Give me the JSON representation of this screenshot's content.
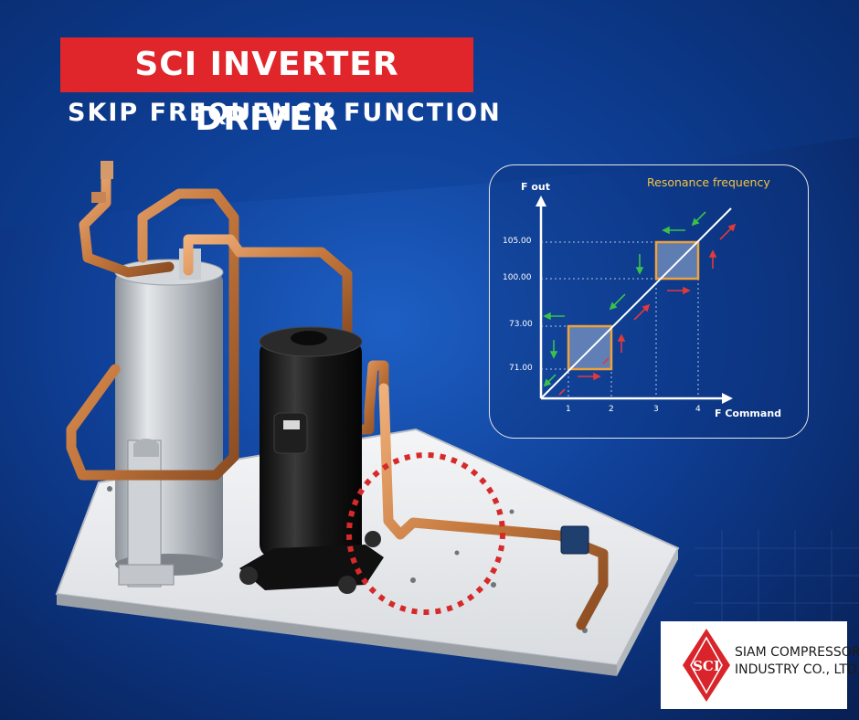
{
  "header": {
    "title": "SCI INVERTER DRIVER",
    "subtitle": "SKIP FREQUENCY FUNCTION"
  },
  "diagram": {
    "y_axis_label": "F out",
    "x_axis_label": "F Command",
    "annotation": "Resonance frequency",
    "y_ticks": [
      "105.00",
      "100.00",
      "73.00",
      "71.00"
    ],
    "x_ticks": [
      "1",
      "2",
      "3",
      "4"
    ]
  },
  "logo": {
    "line1": "SIAM COMPRESSOR",
    "line2": "INDUSTRY CO., LTD.",
    "mark_text": "SCI"
  },
  "colors": {
    "title_red": "#e0262b",
    "annotation_yellow": "#f5c542",
    "skip_box_orange": "#f0a23a",
    "arrow_green": "#39c24a",
    "arrow_red": "#e23a3a",
    "pipe_copper": "#c87f45",
    "compressor_black": "#151515"
  }
}
